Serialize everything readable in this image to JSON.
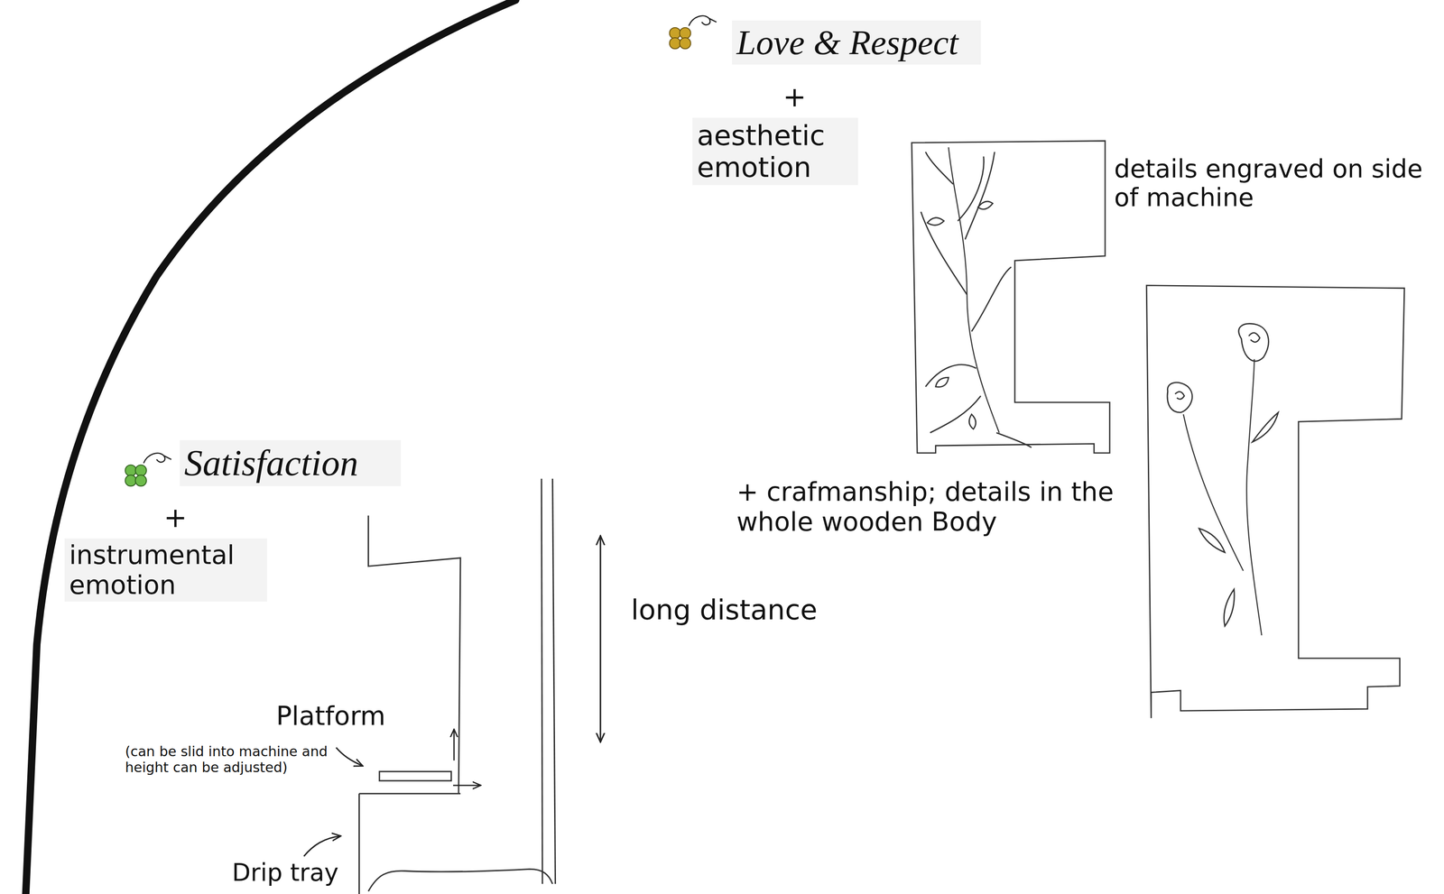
{
  "diagram": {
    "labels": [
      "Love & Respect",
      "+",
      "aesthetic emotion",
      "details engraved on side of machine",
      "+ crafmanship; details in the whole wooden Body",
      "Satisfaction",
      "+",
      "instrumental emotion",
      "long distance",
      "Platform",
      "(can be slid into machine and height can be adjusted)",
      "Drip tray"
    ]
  }
}
